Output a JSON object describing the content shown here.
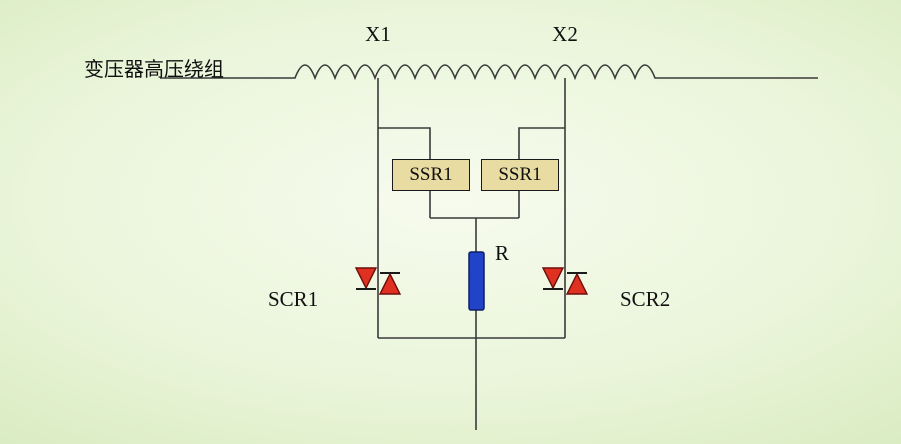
{
  "diagram": {
    "winding_label": "变压器高压绕组",
    "tap1_label": "X1",
    "tap2_label": "X2",
    "ssr_left_label": "SSR1",
    "ssr_right_label": "SSR1",
    "resistor_label": "R",
    "scr_left_label": "SCR1",
    "scr_right_label": "SCR2",
    "colors": {
      "background_edge": "#c7e2aa",
      "background_center": "#f7fbee",
      "wire": "#3a3a3a",
      "ssr_fill": "#e9dca2",
      "resistor_fill": "#2143c7",
      "resistor_stroke": "#0d1f66",
      "scr_fill": "#e03022",
      "scr_stroke": "#6e0e0a"
    }
  }
}
